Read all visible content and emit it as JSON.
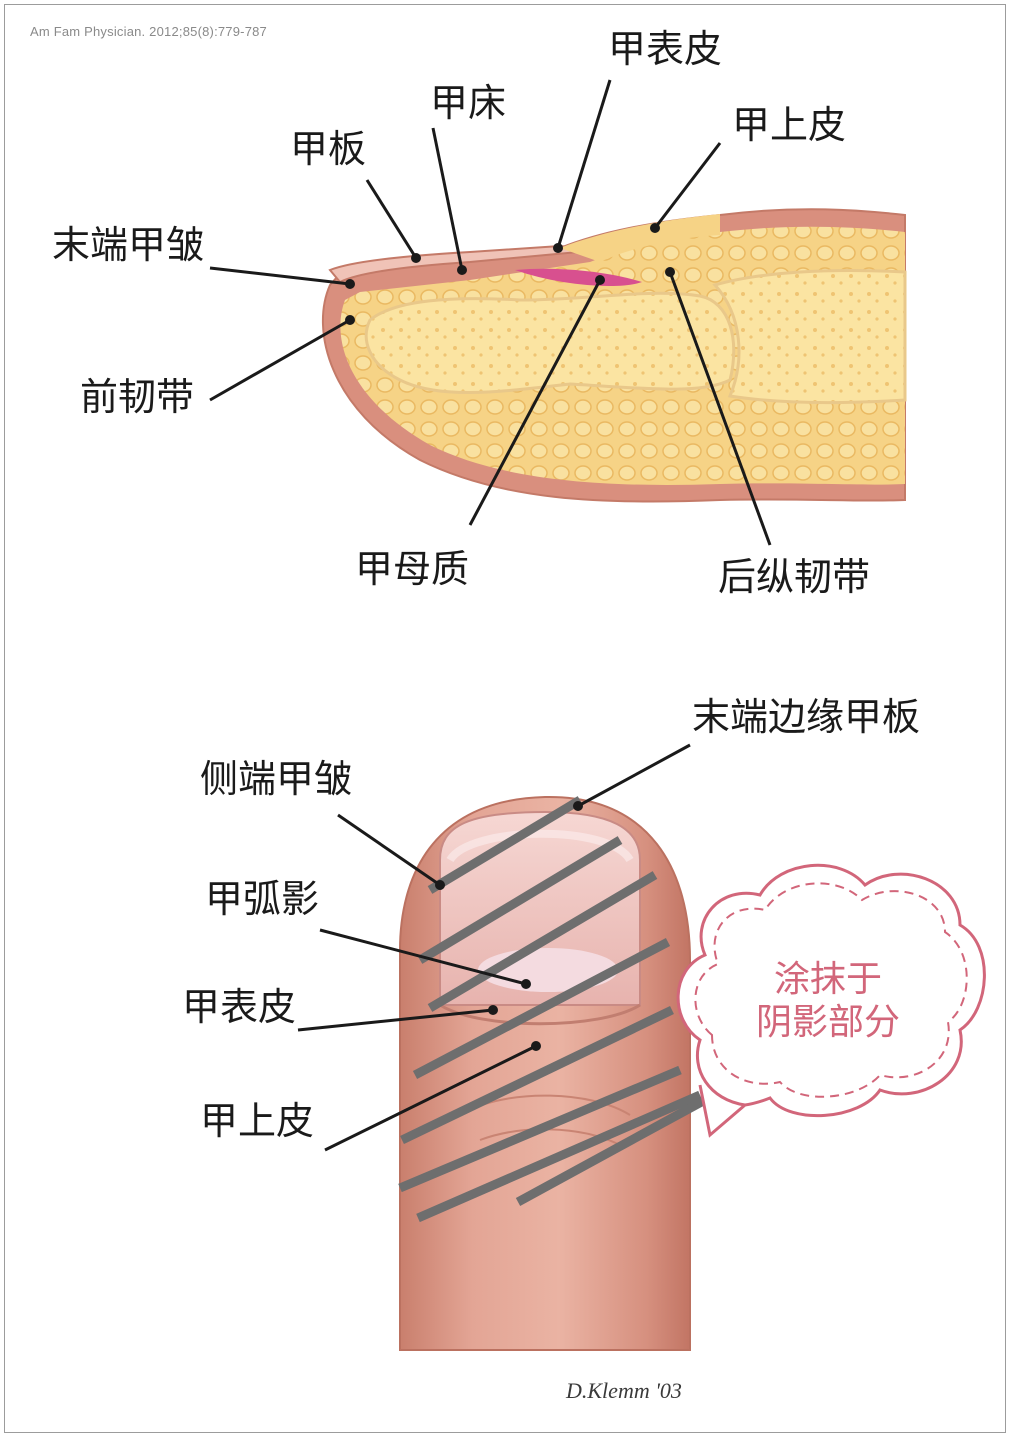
{
  "citation": "Am Fam Physician. 2012;85(8):779-787",
  "signature": "D.Klemm '03",
  "section_view": {
    "labels": {
      "hyponychium": "甲表皮",
      "nail_bed": "甲床",
      "nail_plate": "甲板",
      "eponychium": "甲上皮",
      "distal_fold": "末端甲皱",
      "anterior_ligament": "前韧带",
      "matrix": "甲母质",
      "posterior_ligament": "后纵韧带"
    }
  },
  "dorsal_view": {
    "labels": {
      "free_edge": "末端边缘甲板",
      "lateral_fold": "侧端甲皱",
      "lunula": "甲弧影",
      "cuticle": "甲表皮",
      "eponychium": "甲上皮"
    }
  },
  "callout": {
    "line1": "涂抹于",
    "line2": "阴影部分"
  },
  "colors": {
    "skin_outer": "#d98f7e",
    "fat_yellow": "#f7d98c",
    "bone": "#fbe6a8",
    "matrix_pink": "#d8508f",
    "finger_skin": "#d99a8a",
    "nail_pink": "#f2c9c4",
    "hatch": "#6e6e6e",
    "callout_border": "#d2667a"
  }
}
